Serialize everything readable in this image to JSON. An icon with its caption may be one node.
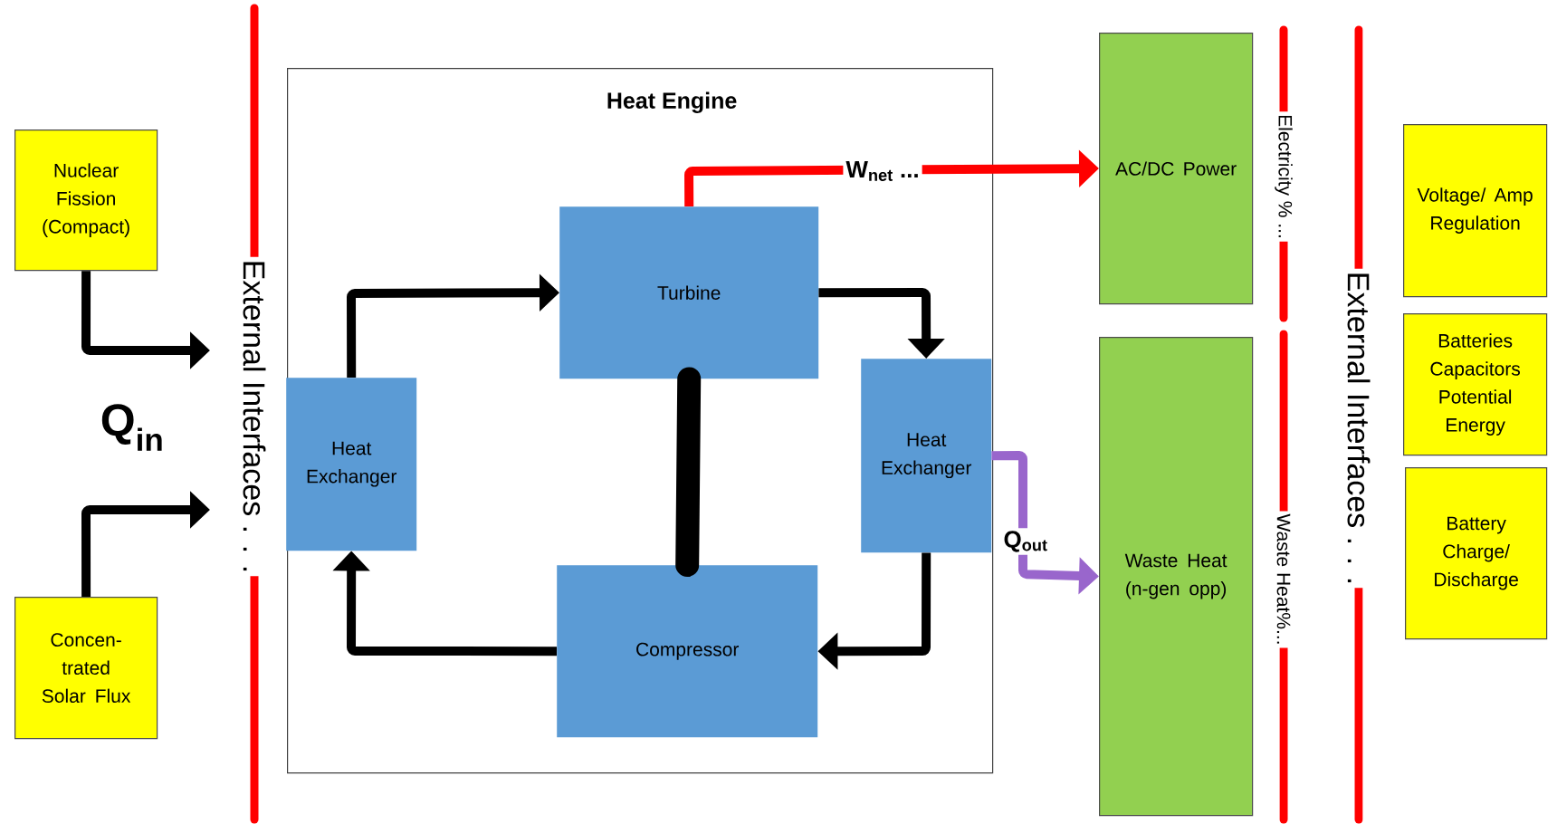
{
  "diagram": {
    "nodes": [
      {
        "text": [
          "Nuclear Fission (Compact)"
        ]
      },
      {
        "text": [
          "Concen- trated Solar Flux"
        ]
      },
      {
        "text": [
          "Heat Engine"
        ]
      },
      {
        "text": [
          "Turbine"
        ],
        "in": 2
      },
      {
        "text": [
          "Heat Exchanger"
        ],
        "in": 2
      },
      {
        "text": [
          "Heat Exchanger"
        ],
        "in": 2
      },
      {
        "text": [
          "Compressor"
        ],
        "in": 2
      },
      {
        "text": [
          "AC/DC Power"
        ]
      },
      {
        "text": [
          "Waste Heat (n-gen opp)"
        ]
      },
      {
        "text": [
          "Voltage/ Amp Regulation"
        ]
      },
      {
        "text": [
          "Batteries Capacitors Potential Energy"
        ]
      },
      {
        "text": [
          "Battery Charge/ Discharge"
        ]
      }
    ],
    "edges": [
      {
        "from": 0,
        "to": null,
        "arrow": "to"
      },
      {
        "from": 1,
        "to": null,
        "arrow": "to"
      },
      {
        "from": 4,
        "to": 3,
        "arrow": "to"
      },
      {
        "from": 3,
        "to": 5,
        "arrow": "to"
      },
      {
        "from": 5,
        "to": 6,
        "arrow": "to"
      },
      {
        "from": 6,
        "to": 4,
        "arrow": "to"
      },
      {
        "from": 3,
        "to": 6,
        "arrow": "none",
        "style": "thick"
      },
      {
        "from": 3,
        "to": 7,
        "arrow": "to",
        "label": "W$_{net}$ ...",
        "color": "#ff0000"
      },
      {
        "from": 5,
        "to": 8,
        "arrow": "to",
        "label": "Q$_{out}$",
        "color": "#9966cc"
      }
    ],
    "labels": [
      "Q$_{in}$",
      "External Interfaces . . .",
      "Electricity % ...",
      "Waste Heat%...",
      "External Interfaces . . ."
    ]
  }
}
